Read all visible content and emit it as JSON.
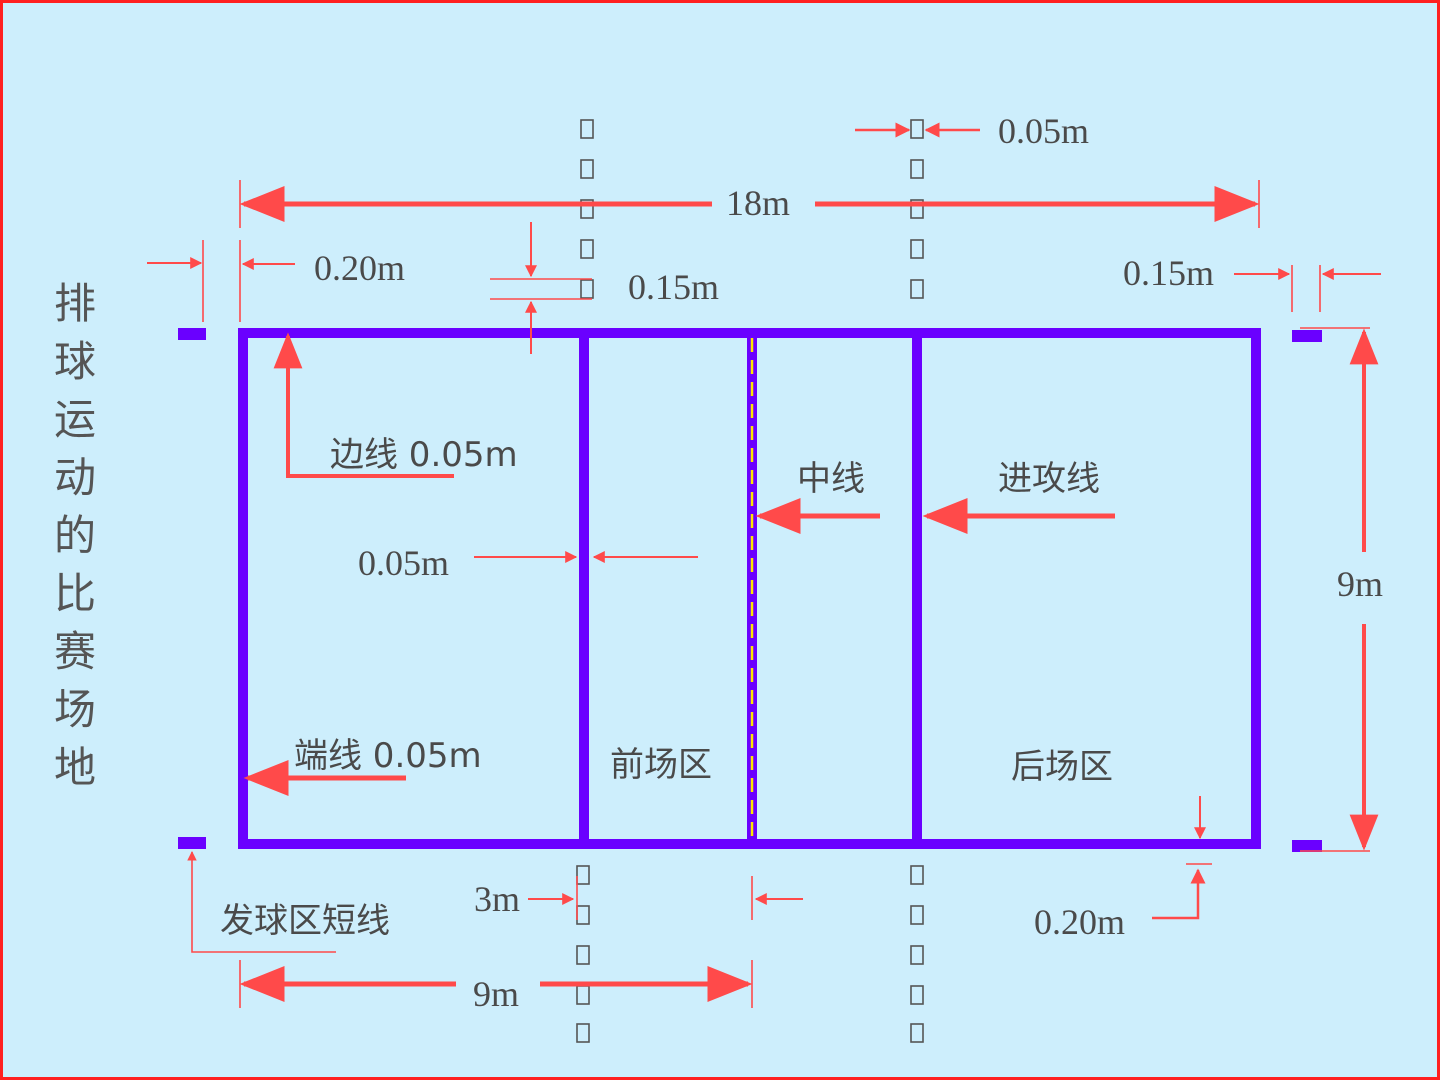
{
  "title": "排球运动的比赛场地",
  "labels": {
    "length": "18m",
    "width": "9m",
    "half_length": "9m",
    "attack_zone": "3m",
    "free_zone_left": "0.20m",
    "line_gap": "0.15m",
    "free_zone_right": "0.15m",
    "center_width": "0.05m",
    "attack_width": "0.05m",
    "bottom_offset": "0.20m",
    "sideline": "边线 0.05m",
    "endline": "端线 0.05m",
    "center_line": "中线",
    "attack_line": "进攻线",
    "front_zone": "前场区",
    "back_zone": "后场区",
    "service_line": "发球区短线"
  },
  "colors": {
    "court_line": "#6a00ff",
    "dimension": "#ff4a4a",
    "background": "#cdeefc",
    "center_dash": "#ffe600"
  }
}
